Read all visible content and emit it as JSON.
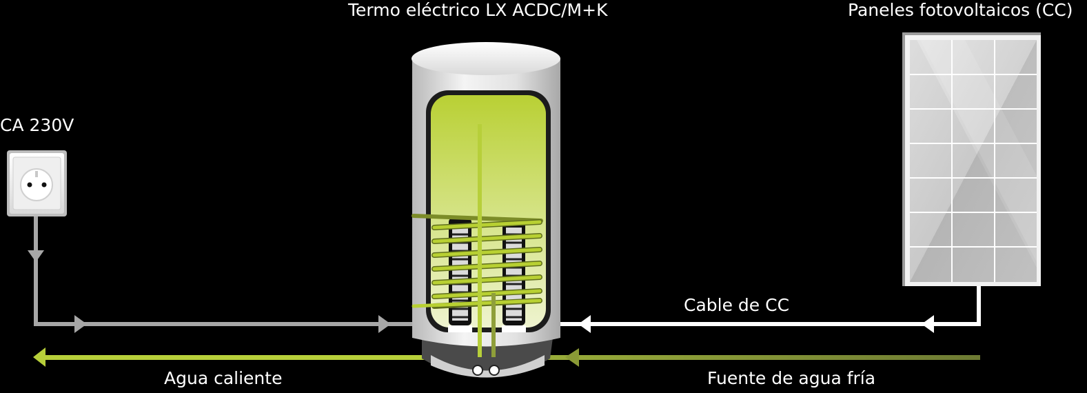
{
  "labels": {
    "heater_title": "Termo eléctrico LX ACDC/M+K",
    "pv_title": "Paneles fotovoltaicos (CC)",
    "ac_source": "CA 230V",
    "dc_cable": "Cable de CC",
    "hot_water": "Agua caliente",
    "cold_water": "Fuente de agua fría"
  },
  "colors": {
    "background": "#000000",
    "ac_line": "#a7a7a7",
    "dc_line": "#ffffff",
    "hot_water": "#b7cf3a",
    "cold_water": "#6f7d32",
    "tank_fill": "#c4d84a"
  },
  "icons": [
    "power-outlet-icon",
    "solar-panel-icon",
    "water-heater-icon"
  ]
}
